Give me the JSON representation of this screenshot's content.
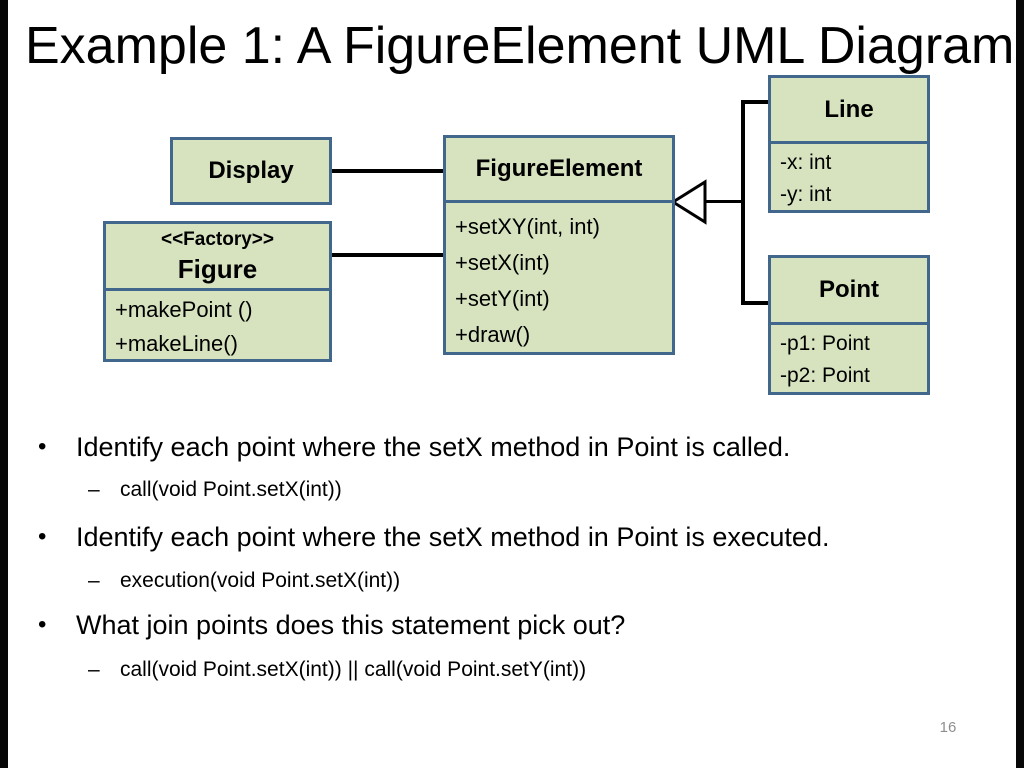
{
  "slide": {
    "title": "Example 1: A FigureElement UML Diagram",
    "page_number": "16",
    "bullet_marker": "•",
    "sub_bullet_marker": "–"
  },
  "uml": {
    "display": {
      "name": "Display"
    },
    "figure": {
      "stereotype": "<<Factory>>",
      "name": "Figure",
      "members": [
        "+makePoint ()",
        "+makeLine()"
      ]
    },
    "figure_element": {
      "name": "FigureElement",
      "members": [
        "+setXY(int, int)",
        "+setX(int)",
        "+setY(int)",
        "+draw()"
      ]
    },
    "line": {
      "name": "Line",
      "members": [
        "-x: int",
        "-y: int"
      ]
    },
    "point": {
      "name": "Point",
      "members": [
        "-p1: Point",
        "-p2: Point"
      ]
    }
  },
  "bullets": [
    {
      "text": "Identify each point where the setX method in Point is called.",
      "sub": "call(void Point.setX(int))"
    },
    {
      "text": "Identify each point where the setX method in Point is executed.",
      "sub": "execution(void Point.setX(int))"
    },
    {
      "text": "What join points does this statement pick out?",
      "sub": "call(void Point.setX(int)) || call(void Point.setY(int))"
    }
  ],
  "colors": {
    "box_fill": "#d7e3bf",
    "box_border": "#41678c",
    "connector": "#000000",
    "text": "#000000",
    "page_number": "#8e8e8e",
    "edge_bar": "#070707"
  }
}
